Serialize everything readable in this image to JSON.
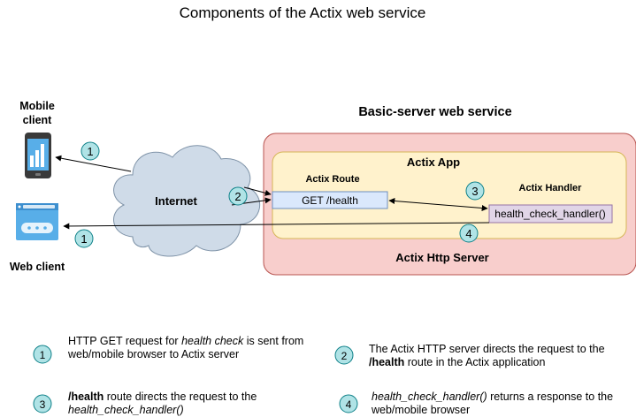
{
  "title": "Components of the Actix web service",
  "clients": {
    "mobile_label_line1": "Mobile",
    "mobile_label_line2": "client",
    "web_label": "Web client"
  },
  "internet_label": "Internet",
  "service": {
    "title": "Basic-server web service",
    "server_label": "Actix Http Server",
    "app_label": "Actix App",
    "route_label": "Actix Route",
    "route_box": "GET /health",
    "handler_label": "Actix Handler",
    "handler_box": "health_check_handler()"
  },
  "steps": {
    "s1": "1",
    "s2": "2",
    "s3": "3",
    "s4": "4"
  },
  "legend": {
    "l1_pre": "HTTP GET request for ",
    "l1_em": "health check",
    "l1_post": " is sent from web/mobile browser to Actix server",
    "l2_pre": "The Actix HTTP server directs the request to the ",
    "l2_strong": "/health",
    "l2_post": " route in the Actix application",
    "l3_strong": "/health",
    "l3_mid": " route directs the request to the ",
    "l3_em": "health_check_handler()",
    "l4_em": "health_check_handler()",
    "l4_post": " returns a response to the web/mobile browser"
  },
  "colors": {
    "server_fill": "#f8cecc",
    "server_stroke": "#b85450",
    "app_fill": "#fff2cc",
    "app_stroke": "#d6b656",
    "route_fill": "#dae8fc",
    "route_stroke": "#6c8ebf",
    "handler_fill": "#e1d5e7",
    "handler_stroke": "#9673a6",
    "step_fill": "#b0e3e6",
    "step_stroke": "#0e8088",
    "cloud_fill": "#cfdbe8",
    "cloud_stroke": "#7f93a8"
  }
}
